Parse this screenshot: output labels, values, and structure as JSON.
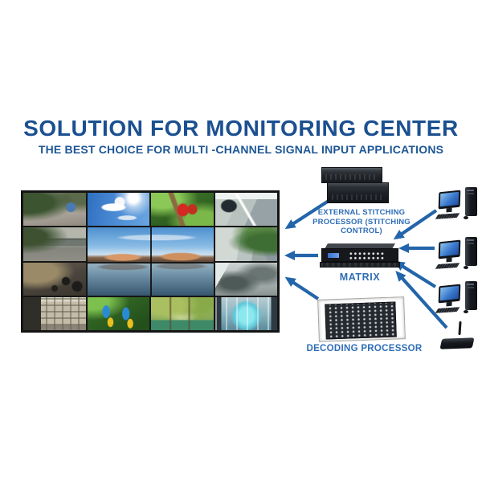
{
  "header": {
    "title": "SOLUTION FOR MONITORING CENTER",
    "subtitle": "THE BEST CHOICE FOR MULTI -CHANNEL SIGNAL INPUT APPLICATIONS"
  },
  "colors": {
    "title_blue": "#1b5091",
    "label_blue": "#2f6db6",
    "arrow_blue": "#2365ab",
    "wall_frame": "#161616"
  },
  "video_wall": {
    "rows": 4,
    "cols": 4,
    "tiles": [
      {
        "scene": "street-entrance-cam",
        "col": 1,
        "row": 1
      },
      {
        "scene": "dove-sky",
        "col": 2,
        "row": 1
      },
      {
        "scene": "scarlet-macaws",
        "col": 3,
        "row": 1
      },
      {
        "scene": "road-gate-cam",
        "col": 4,
        "row": 1
      },
      {
        "scene": "fence-gate-cam",
        "col": 1,
        "row": 2
      },
      {
        "scene": "mountain-lake",
        "col": 2,
        "row": 2,
        "colspan": 2,
        "rowspan": 2
      },
      {
        "scene": "street-trees-cam",
        "col": 4,
        "row": 2
      },
      {
        "scene": "warehouse-cam",
        "col": 1,
        "row": 3
      },
      {
        "scene": "factory-interior-cam",
        "col": 4,
        "row": 3
      },
      {
        "scene": "building-cam",
        "col": 1,
        "row": 4
      },
      {
        "scene": "blue-macaws",
        "col": 2,
        "row": 4
      },
      {
        "scene": "spring-park",
        "col": 3,
        "row": 4
      },
      {
        "scene": "corridor-cam",
        "col": 4,
        "row": 4
      }
    ]
  },
  "devices": {
    "stitching_processor": {
      "label": "EXTERNAL STITCHING PROCESSOR (STITCHING CONTROL)"
    },
    "matrix": {
      "label": "MATRIX"
    },
    "decoding_processor": {
      "label": "DECODING PROCESSOR"
    }
  },
  "endpoints": {
    "workstations": 3,
    "wireless_receiver": 1
  },
  "connections": [
    {
      "from": "stitching-processor",
      "to": "video-wall"
    },
    {
      "from": "matrix",
      "to": "video-wall"
    },
    {
      "from": "decoding-processor",
      "to": "video-wall"
    },
    {
      "from": "workstation-1",
      "to": "matrix"
    },
    {
      "from": "workstation-2",
      "to": "matrix"
    },
    {
      "from": "workstation-3",
      "to": "matrix"
    },
    {
      "from": "wireless-receiver",
      "to": "matrix"
    }
  ]
}
